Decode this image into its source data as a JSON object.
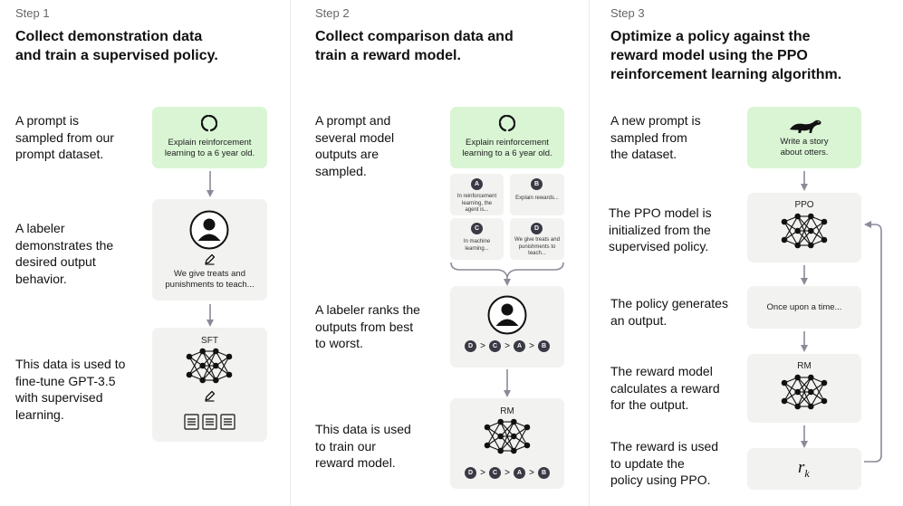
{
  "colors": {
    "accent_green": "#d9f5d4",
    "box_gray": "#f2f2f0",
    "arrow": "#8a8a99",
    "badge": "#3a3a45"
  },
  "steps": [
    {
      "label": "Step 1",
      "title": "Collect demonstration data\nand train a supervised policy.",
      "descriptions": [
        "A prompt is\nsampled from our\nprompt dataset.",
        "A labeler\ndemonstrates the\ndesired output\nbehavior.",
        "This data is used to\nfine-tune GPT-3.5\nwith supervised\nlearning."
      ],
      "prompt_box": {
        "icon": "cycle-icon",
        "text": "Explain reinforcement\nlearning to a 6 year old."
      },
      "labeler_box": {
        "icon": "person-icon",
        "text": "We give treats and\npunishments to teach..."
      },
      "model_box": {
        "title": "SFT",
        "icons": [
          "network-icon",
          "pencil-icon",
          "document-icon"
        ]
      }
    },
    {
      "label": "Step 2",
      "title": "Collect comparison data and\ntrain a reward model.",
      "descriptions": [
        "A prompt and\nseveral model\noutputs are\nsampled.",
        "A labeler ranks the\noutputs from best\nto worst.",
        "This data is used\nto train our\nreward model."
      ],
      "prompt_box": {
        "icon": "cycle-icon",
        "text": "Explain reinforcement\nlearning to a 6 year old."
      },
      "outputs": [
        {
          "badge": "A",
          "text": "In reinforcement\nlearning, the\nagent is..."
        },
        {
          "badge": "B",
          "text": "Explain rewards..."
        },
        {
          "badge": "C",
          "text": "In machine\nlearning..."
        },
        {
          "badge": "D",
          "text": "We give treats and\npunishments to\nteach..."
        }
      ],
      "ranking": {
        "order": [
          "D",
          "C",
          "A",
          "B"
        ],
        "separator": ">"
      },
      "rm_box": {
        "title": "RM",
        "ranking": [
          "D",
          "C",
          "A",
          "B"
        ]
      }
    },
    {
      "label": "Step 3",
      "title": "Optimize a policy against the\nreward model using the PPO\nreinforcement learning algorithm.",
      "descriptions": [
        "A new prompt is\nsampled from\nthe dataset.",
        "The PPO model is\ninitialized from the\nsupervised policy.",
        "The policy generates\nan output.",
        "The reward model\ncalculates a reward\nfor the output.",
        "The reward is used\nto update the\npolicy using PPO."
      ],
      "prompt_box": {
        "icon": "otter-icon",
        "text": "Write a story\nabout otters."
      },
      "ppo_box": {
        "title": "PPO"
      },
      "output_box": {
        "text": "Once upon a time..."
      },
      "rm_box": {
        "title": "RM"
      },
      "reward_box": {
        "symbol": "r",
        "subscript": "k"
      }
    }
  ]
}
